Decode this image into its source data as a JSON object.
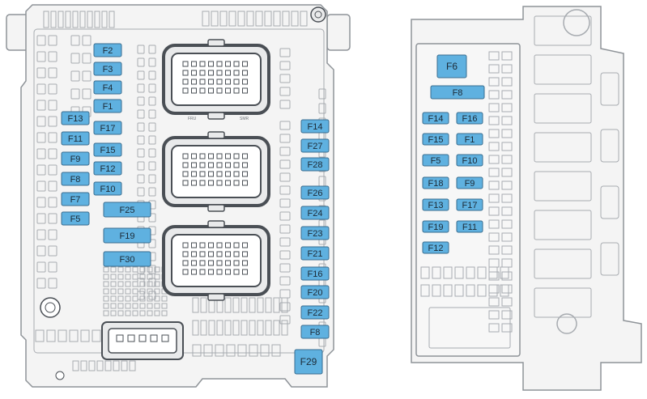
{
  "colors": {
    "fuse_fill": "#5fb1e0",
    "fuse_stroke": "#3a6d8f",
    "housing_fill": "#f4f4f4",
    "housing_stroke": "#8e9398",
    "cell_stroke": "#a7abb0",
    "connector_fill": "#e9eaeb",
    "connector_stroke": "#4a4f55"
  },
  "connector_marks": {
    "left_mark": "FRU",
    "right_mark": "SMR"
  },
  "left_box": {
    "fuses": [
      "F2",
      "F3",
      "F4",
      "F1",
      "F17",
      "F15",
      "F12",
      "F10",
      "F13",
      "F11",
      "F9",
      "F8",
      "F7",
      "F5",
      "F25",
      "F19",
      "F30",
      "F14",
      "F27",
      "F28",
      "F26",
      "F24",
      "F23",
      "F21",
      "F16",
      "F20",
      "F22",
      "F8",
      "F29"
    ]
  },
  "right_box": {
    "fuses": [
      "F6",
      "F8",
      "F14",
      "F16",
      "F15",
      "F1",
      "F5",
      "F10",
      "F18",
      "F9",
      "F13",
      "F17",
      "F19",
      "F11",
      "F12"
    ]
  }
}
